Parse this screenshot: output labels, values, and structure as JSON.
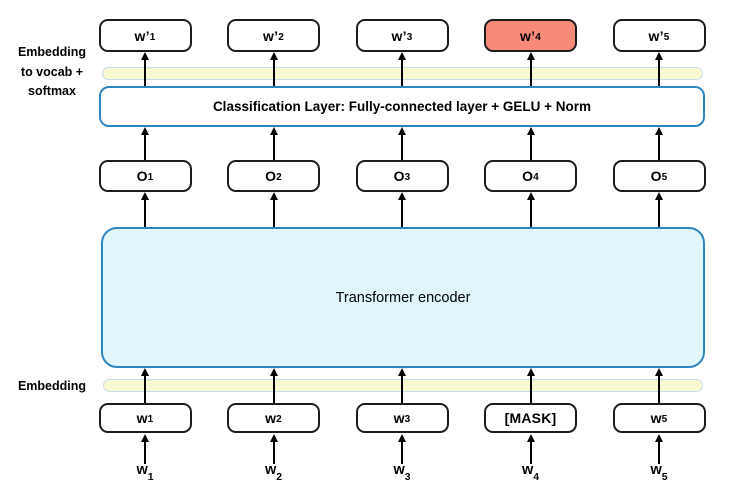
{
  "labels": {
    "embedding_to_vocab_line1": "Embedding",
    "embedding_to_vocab_line2": "to vocab +",
    "embedding_to_vocab_line3": "softmax",
    "embedding": "Embedding",
    "classification_layer": "Classification Layer: Fully-connected layer + GELU + Norm",
    "transformer_encoder": "Transformer encoder"
  },
  "columns": [
    {
      "output_base": "w’",
      "output_sub": "1",
      "hidden_base": "O",
      "hidden_sub": "1",
      "input_base": "w",
      "input_sub": "1",
      "word_base": "w",
      "word_sub": "1",
      "highlighted": false
    },
    {
      "output_base": "w’",
      "output_sub": "2",
      "hidden_base": "O",
      "hidden_sub": "2",
      "input_base": "w",
      "input_sub": "2",
      "word_base": "w",
      "word_sub": "2",
      "highlighted": false
    },
    {
      "output_base": "w’",
      "output_sub": "3",
      "hidden_base": "O",
      "hidden_sub": "3",
      "input_base": "w",
      "input_sub": "3",
      "word_base": "w",
      "word_sub": "3",
      "highlighted": false
    },
    {
      "output_base": "w’",
      "output_sub": "4",
      "hidden_base": "O",
      "hidden_sub": "4",
      "input_base": "[MASK]",
      "input_sub": "",
      "word_base": "w",
      "word_sub": "4",
      "highlighted": true
    },
    {
      "output_base": "w’",
      "output_sub": "5",
      "hidden_base": "O",
      "hidden_sub": "5",
      "input_base": "w",
      "input_sub": "5",
      "word_base": "w",
      "word_sub": "5",
      "highlighted": false
    }
  ],
  "colors": {
    "highlight_fill": "#F88A7A",
    "encoder_fill": "#E0F6FA",
    "layer_border": "#2E86C1",
    "embedding_bar_fill": "#FAFAD2",
    "embedding_bar_border": "#C3DDE9",
    "token_box_border": "#1C1C1C",
    "arrow_color": "#000000",
    "background": "#FFFFFF"
  }
}
